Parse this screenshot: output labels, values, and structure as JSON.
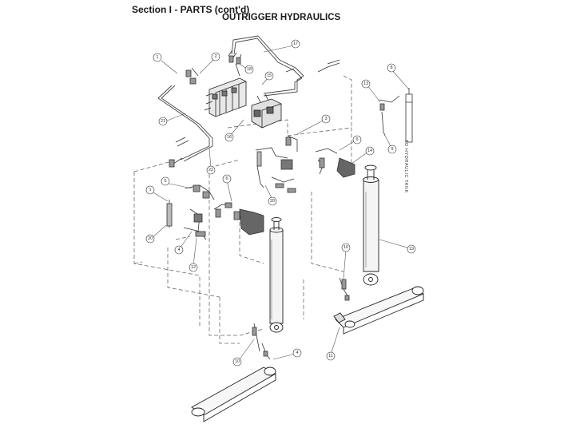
{
  "header": {
    "section_title": "Section I - PARTS (cont'd)",
    "diagram_title": "OUTRIGGER HYDRAULICS"
  },
  "diagram": {
    "side_note": "TO HYDRAULIC TANK",
    "callouts": [
      "1",
      "2",
      "17",
      "18",
      "15",
      "21",
      "22",
      "16",
      "3",
      "6",
      "8",
      "13",
      "9",
      "14",
      "20",
      "19",
      "1",
      "5",
      "6",
      "20",
      "4",
      "12",
      "10",
      "10",
      "4",
      "11"
    ]
  }
}
